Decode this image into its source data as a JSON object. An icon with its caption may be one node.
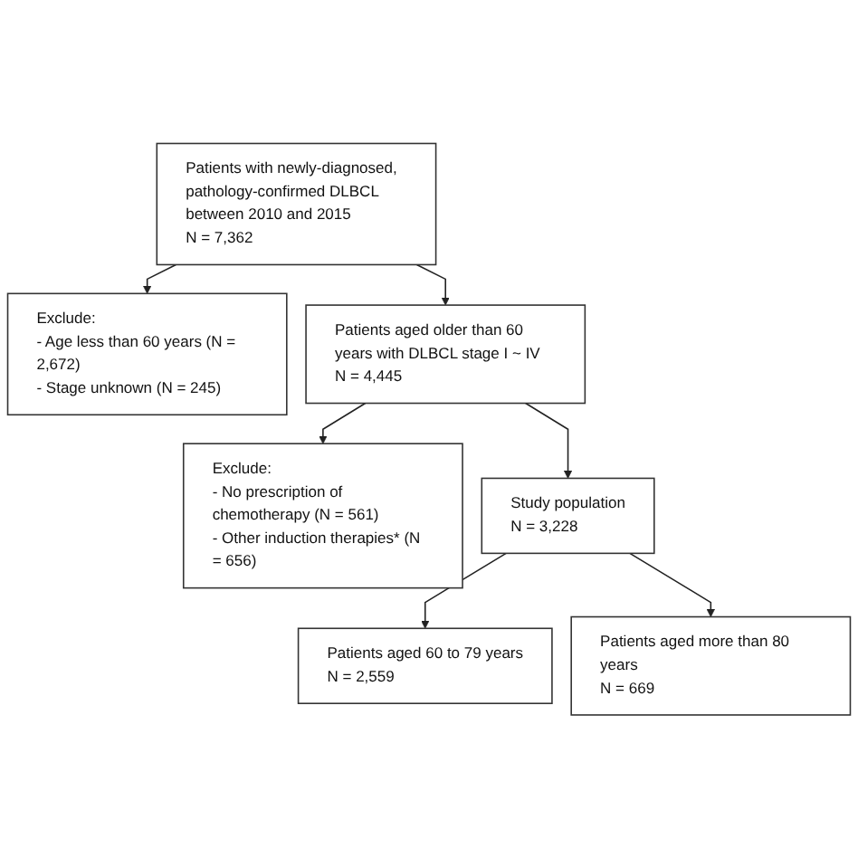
{
  "diagram": {
    "nodes": [
      {
        "text": [
          "Patients with newly-diagnosed, pathology-confirmed DLBCL between 2010 and 2015",
          "N = 7,362"
        ]
      },
      {
        "text": [
          "Exclude:",
          "- Age less than 60 years (N = 2,672)",
          "- Stage unknown (N = 245)"
        ]
      },
      {
        "text": [
          "Patients aged older than 60 years with DLBCL stage I ~ IV",
          "N = 4,445"
        ]
      },
      {
        "text": [
          "Exclude:",
          "- No prescription of chemotherapy (N = 561)",
          "- Other induction therapies* (N = 656)"
        ]
      },
      {
        "text": [
          "Study population",
          "N = 3,228"
        ]
      },
      {
        "text": [
          "Patients aged 60 to 79 years",
          "N = 2,559"
        ]
      },
      {
        "text": [
          "Patients aged more than 80 years",
          "N = 669"
        ]
      }
    ],
    "edges": [
      {
        "from": 0,
        "to": 1,
        "arrow": "to"
      },
      {
        "from": 0,
        "to": 2,
        "arrow": "to"
      },
      {
        "from": 2,
        "to": 3,
        "arrow": "to"
      },
      {
        "from": 2,
        "to": 4,
        "arrow": "to"
      },
      {
        "from": 4,
        "to": 5,
        "arrow": "to"
      },
      {
        "from": 4,
        "to": 6,
        "arrow": "to"
      }
    ]
  }
}
